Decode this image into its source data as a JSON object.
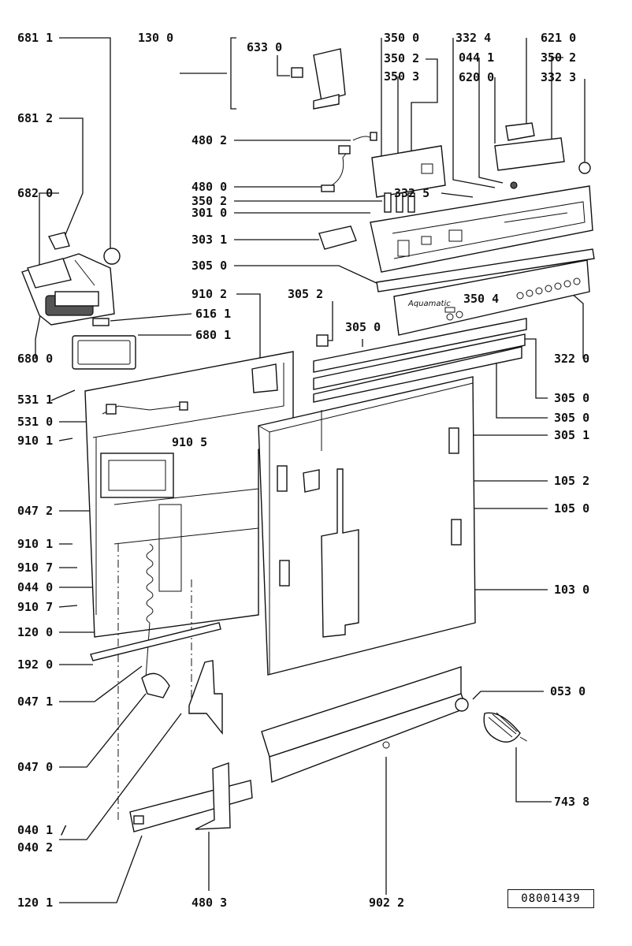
{
  "brand": "Aquamatic",
  "doc_number": "08001439",
  "labels": {
    "l6811": "681 1",
    "l6812": "681 2",
    "l6820": "682 0",
    "l6800": "680 0",
    "l5311": "531 1",
    "l5310": "531 0",
    "l9101a": "910 1",
    "l0472": "047 2",
    "l9101b": "910 1",
    "l9107a": "910 7",
    "l0440": "044 0",
    "l9107b": "910 7",
    "l1200": "120 0",
    "l1920": "192 0",
    "l0471": "047 1",
    "l0470": "047 0",
    "l0401": "040 1 /",
    "l0402": "040 2",
    "l1201": "120 1",
    "l4803": "480 3",
    "l9022": "902 2",
    "l7438": "743 8",
    "l0530": "053 0",
    "l1030": "103 0",
    "l1050": "105 0",
    "l1052": "105 2",
    "l3051": "305 1",
    "l3050r1": "305 0",
    "l3050r2": "305 0",
    "l3220": "322 0",
    "l3504": "350 4",
    "l3052": "305 2",
    "l3050m": "305 0",
    "l9102": "910 2",
    "l6161": "616 1",
    "l6801": "680 1",
    "l9105": "910 5",
    "l3050": "305 0",
    "l3031": "303 1",
    "l3010": "301 0",
    "l3502b": "350 2",
    "l4800": "480 0",
    "l3325": "332 5",
    "l4802": "480 2",
    "l1300": "130 0",
    "l6330": "633 0",
    "l3500": "350 0",
    "l3502": "350 2",
    "l3503": "350 3",
    "l3324": "332 4",
    "l0441": "044 1",
    "l6200": "620 0",
    "l6210": "621 0",
    "l3502c": "350 2",
    "l3323": "332 3"
  }
}
